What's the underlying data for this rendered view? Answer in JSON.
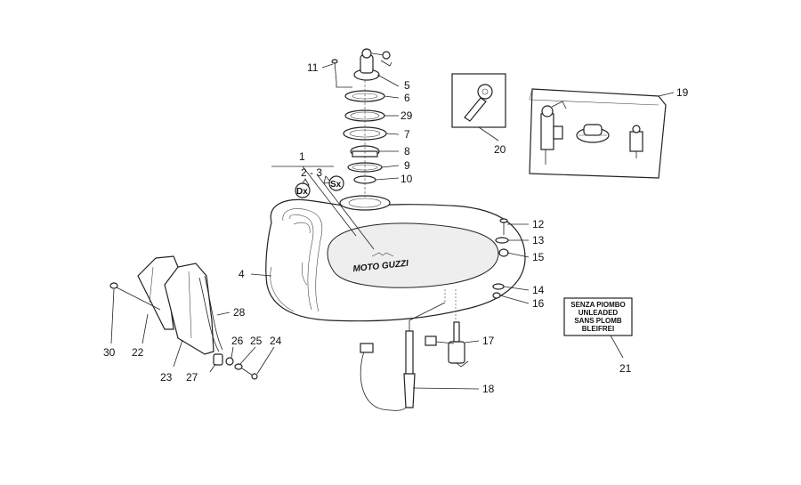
{
  "labels": {
    "p1": "1",
    "p2_3": "2 - 3",
    "p4": "4",
    "p5": "5",
    "p6": "6",
    "p7": "7",
    "p8": "8",
    "p9": "9",
    "p10": "10",
    "p11": "11",
    "p12": "12",
    "p13": "13",
    "p14": "14",
    "p15": "15",
    "p16": "16",
    "p17": "17",
    "p18": "18",
    "p19": "19",
    "p20": "20",
    "p21": "21",
    "p22": "22",
    "p23": "23",
    "p24": "24",
    "p25": "25",
    "p26": "26",
    "p27": "27",
    "p28": "28",
    "p29": "29",
    "p30": "30"
  },
  "side_marks": {
    "right": "Dx",
    "left": "Sx"
  },
  "tank_logo": "MOTO GUZZI",
  "fuel_sign": {
    "line1": "SENZA PIOMBO",
    "line2": "UNLEADED",
    "line3": "SANS PLOMB",
    "line4": "BLEIFREI"
  }
}
